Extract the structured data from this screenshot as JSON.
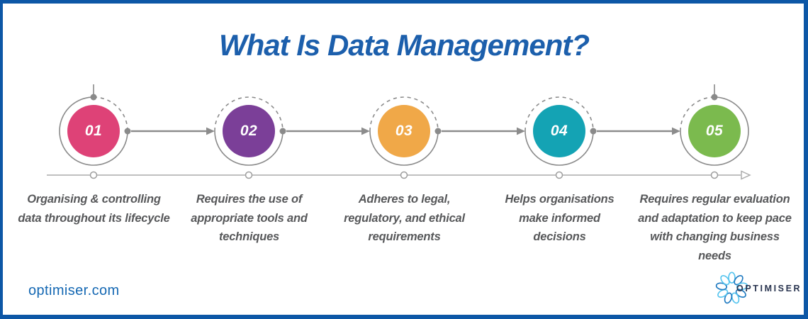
{
  "title": "What Is Data Management?",
  "steps": [
    {
      "number": "01",
      "color": "#DE4277",
      "description": "Organising & controlling data throughout its lifecycle"
    },
    {
      "number": "02",
      "color": "#7B3F98",
      "description": "Requires the use of appropriate tools and techniques"
    },
    {
      "number": "03",
      "color": "#F0A848",
      "description": "Adheres to legal, regulatory, and ethical requirements"
    },
    {
      "number": "04",
      "color": "#14A3B4",
      "description": "Helps organisations make informed decisions"
    },
    {
      "number": "05",
      "color": "#7BBA4E",
      "description": "Requires regular evaluation and adaptation to keep pace with changing business needs"
    }
  ],
  "footer": {
    "website": "optimiser.com",
    "logo_text": "OPTIMISER"
  },
  "colors": {
    "title": "#1C5FAC",
    "frame": "#0D57A6",
    "description_text": "#57585A",
    "connector_gray": "#8C8C8C",
    "logo_light_blue": "#56C4EE",
    "logo_blue": "#1E79C0",
    "number_text": "#FFFFFF"
  }
}
